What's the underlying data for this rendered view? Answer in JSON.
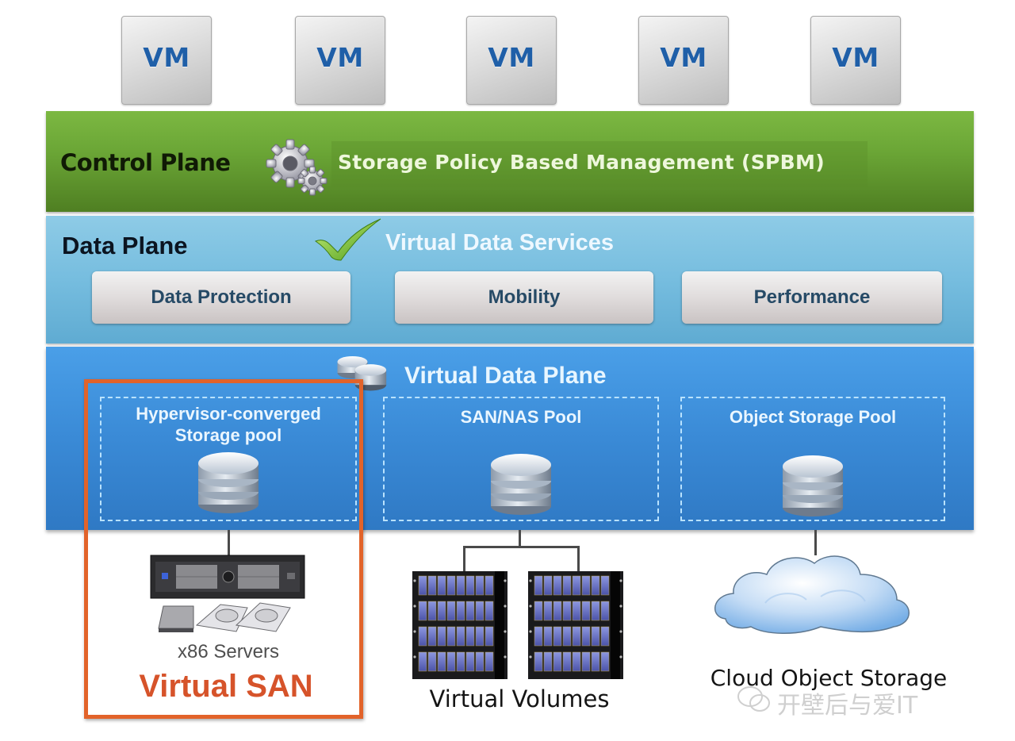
{
  "vms": [
    {
      "label": "VM"
    },
    {
      "label": "VM"
    },
    {
      "label": "VM"
    },
    {
      "label": "VM"
    },
    {
      "label": "VM"
    }
  ],
  "control_plane": {
    "title": "Control Plane",
    "icon": "gears-icon",
    "policy_label": "Storage Policy Based Management (SPBM)",
    "color": "#6ba636"
  },
  "data_plane": {
    "title": "Data Plane",
    "icon": "checkmark-icon",
    "services_title": "Virtual Data Services",
    "services": [
      {
        "label": "Data Protection"
      },
      {
        "label": "Mobility"
      },
      {
        "label": "Performance"
      }
    ],
    "color": "#76bddf"
  },
  "virtual_data_plane": {
    "title": "Virtual Data Plane",
    "icon": "database-stack-icon",
    "color": "#3a8ad6",
    "pools": [
      {
        "label_line1": "Hypervisor-converged",
        "label_line2": "Storage pool",
        "icon": "database-icon"
      },
      {
        "label_line1": "SAN/NAS Pool",
        "label_line2": "",
        "icon": "database-icon"
      },
      {
        "label_line1": "Object Storage Pool",
        "label_line2": "",
        "icon": "database-icon"
      }
    ]
  },
  "backends": {
    "servers": {
      "caption": "x86 Servers",
      "highlight_label": "Virtual SAN",
      "icon": "server-with-disks-icon"
    },
    "volumes": {
      "caption": "Virtual Volumes",
      "icon": "storage-array-icon"
    },
    "cloud": {
      "caption": "Cloud Object Storage",
      "icon": "cloud-icon"
    }
  },
  "highlight_color": "#e2632a",
  "watermark": {
    "text": "开壁后与爱IT",
    "icon": "wechat-icon"
  }
}
